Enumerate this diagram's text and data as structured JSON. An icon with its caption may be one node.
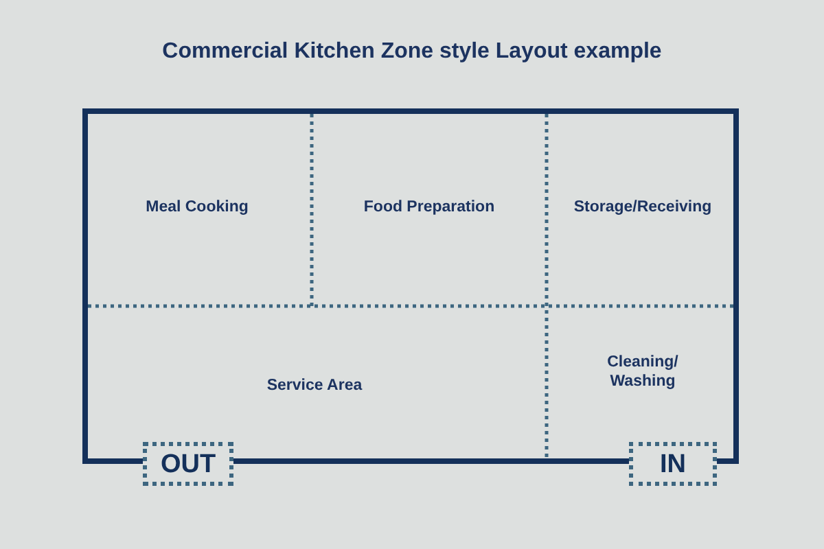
{
  "diagram": {
    "title": "Commercial Kitchen Zone style Layout example",
    "nodes": [
      {
        "text": [],
        "shape": "box"
      },
      {
        "text": [
          "Meal Cooking"
        ],
        "in": 0
      },
      {
        "text": [
          "Food Preparation"
        ],
        "in": 0
      },
      {
        "text": [
          "Storage/Receiving"
        ],
        "in": 0
      },
      {
        "text": [
          "Service Area"
        ],
        "in": 0
      },
      {
        "text": [
          "Cleaning/ Washing"
        ],
        "in": 0
      },
      {
        "text": [
          "OUT"
        ]
      },
      {
        "text": [
          "IN"
        ]
      }
    ],
    "edges": []
  }
}
